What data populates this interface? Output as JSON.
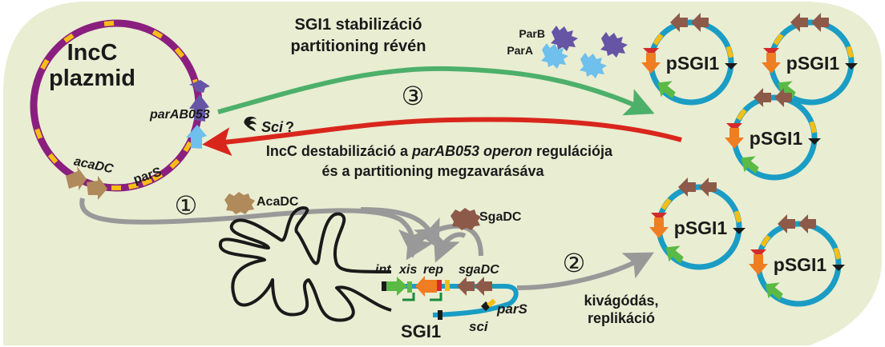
{
  "colors": {
    "background": "#e9edd2",
    "plasmid_backbone": "#8a1f7f",
    "marker": "#f6bd16",
    "sgi_backbone": "#1a9dc4",
    "parA": "#6fc0ec",
    "parB": "#6654a5",
    "acaDC": "#b08a5a",
    "sgaDC": "#8d5a4a",
    "int": "#5bb946",
    "rep": "#ef7d22",
    "promoter": "#1a8a3a",
    "red_marker": "#d42a2a",
    "green_arrow": "#4db06a",
    "red_arrow": "#d9261c",
    "grey_arrow": "#999999",
    "chromosome": "#1a1a1a"
  },
  "incC": {
    "title_line1": "IncC",
    "title_line2": "plazmid",
    "gene_parAB": "parAB053",
    "gene_acaDC": "acaDC",
    "site_parS": "parS"
  },
  "step3": {
    "number": "③",
    "label_line1": "SGI1 stabilizáció",
    "label_line2": "partitioning révén",
    "protein_parB": "ParB",
    "protein_parA": "ParA"
  },
  "feedback": {
    "sci_label": "Sci",
    "sci_question": "?",
    "sci_icon": "sci-protein-icon",
    "line1_a": "IncC destabilizáció a ",
    "line1_b": "parAB053 operon",
    "line1_c": " regulációja",
    "line2": "és a partitioning megzavarásáva"
  },
  "step1": {
    "number": "①",
    "protein_acaDC": "AcaDC",
    "protein_sgaDC": "SgaDC"
  },
  "sgi1": {
    "label": "SGI1",
    "gene_int": "int",
    "gene_xis": "xis",
    "gene_rep": "rep",
    "gene_sgaDC": "sgaDC",
    "site_parS": "parS",
    "gene_sci": "sci"
  },
  "step2": {
    "number": "②",
    "label_line1": "kivágódás,",
    "label_line2": "replikáció"
  },
  "pSGI1_copies": [
    {
      "label": "pSGI1"
    },
    {
      "label": "pSGI1"
    },
    {
      "label": "pSGI1"
    },
    {
      "label": "pSGI1"
    },
    {
      "label": "pSGI1"
    }
  ]
}
